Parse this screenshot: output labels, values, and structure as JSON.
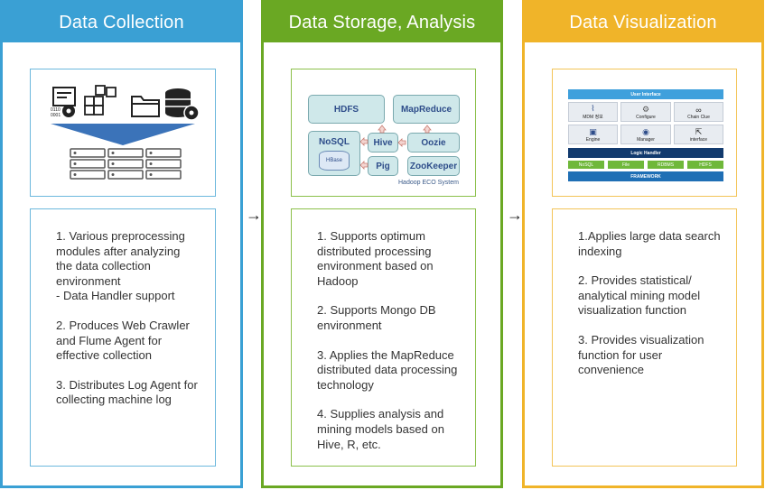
{
  "panels": [
    {
      "title": "Data Collection",
      "items": [
        "1. Various preprocessing\nmodules after analyzing\nthe data collection\nenvironment\n- Data Handler support",
        "2. Produces Web Crawler\nand Flume Agent for\neffective collection",
        "3. Distributes Log Agent for\ncollecting machine log"
      ]
    },
    {
      "title": "Data Storage, Analysis",
      "items": [
        "1. Supports optimum\ndistributed processing\nenvironment based on\nHadoop",
        "2. Supports Mongo DB\nenvironment",
        "3. Applies the MapReduce\ndistributed data processing\ntechnology",
        "4. Supplies analysis and\nmining models based on\nHive, R, etc."
      ]
    },
    {
      "title": "Data Visualization",
      "items": [
        "1.Applies large data search\nindexing",
        "2. Provides statistical/\nanalytical mining model\nvisualization function",
        "3. Provides visualization\nfunction for user\nconvenience"
      ]
    }
  ],
  "hadoop": {
    "hdfs": "HDFS",
    "mapreduce": "MapReduce",
    "nosql": "NoSQL",
    "hbase": "HBase",
    "hive": "Hive",
    "oozie": "Oozie",
    "pig": "Pig",
    "zookeeper": "ZooKeeper",
    "caption": "Hadoop ECO System"
  },
  "viz": {
    "user_interface": "User Interface",
    "modules": [
      "MDM 정보",
      "Configure",
      "Chain Clue",
      "Engine",
      "Manager",
      "interface"
    ],
    "logic_handler": "Logic Handler",
    "stores": [
      "NoSQL",
      "File",
      "RDBMS",
      "HDFS"
    ],
    "framework": "FRAMEWORK",
    "colors": {
      "ui_bar": "#3fa0dc",
      "logic_bar": "#123a6e",
      "store": "#6fb83a",
      "framework": "#1f6fb5"
    }
  },
  "arrows": [
    "→",
    "→"
  ],
  "icons": [
    "data-file-gear-icon",
    "grid-cubes-icon",
    "folder-icon",
    "database-gear-icon",
    "funnel-arrow-icon",
    "server-rack-icon"
  ]
}
